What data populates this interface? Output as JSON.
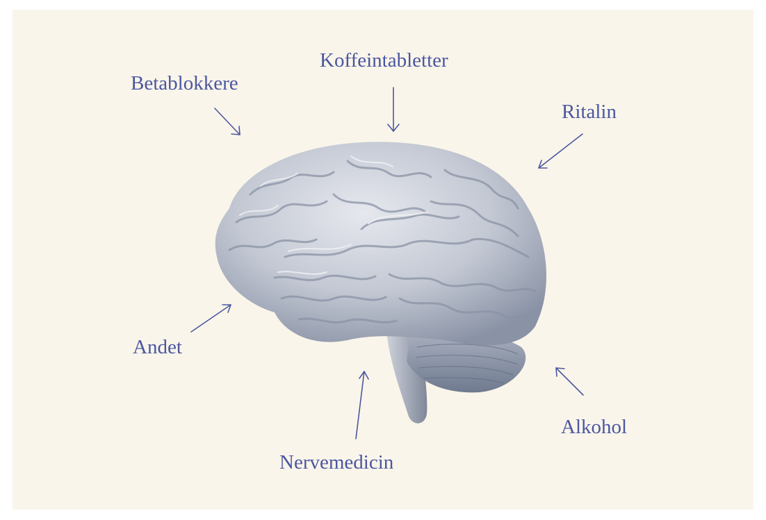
{
  "colors": {
    "label": "#4a57a0",
    "arrow": "#4a57a0",
    "brain_light": "#dde0e6",
    "brain_mid": "#b5bbc8",
    "brain_dark": "#6f7a8f",
    "background": "#faf5ea"
  },
  "icons": {
    "brain": "brain-icon",
    "arrow": "arrow-icon"
  },
  "labels": {
    "betablokkere": "Betablokkere",
    "koffeintabletter": "Koffeintabletter",
    "ritalin": "Ritalin",
    "andet": "Andet",
    "nervemedicin": "Nervemedicin",
    "alkohol": "Alkohol"
  }
}
